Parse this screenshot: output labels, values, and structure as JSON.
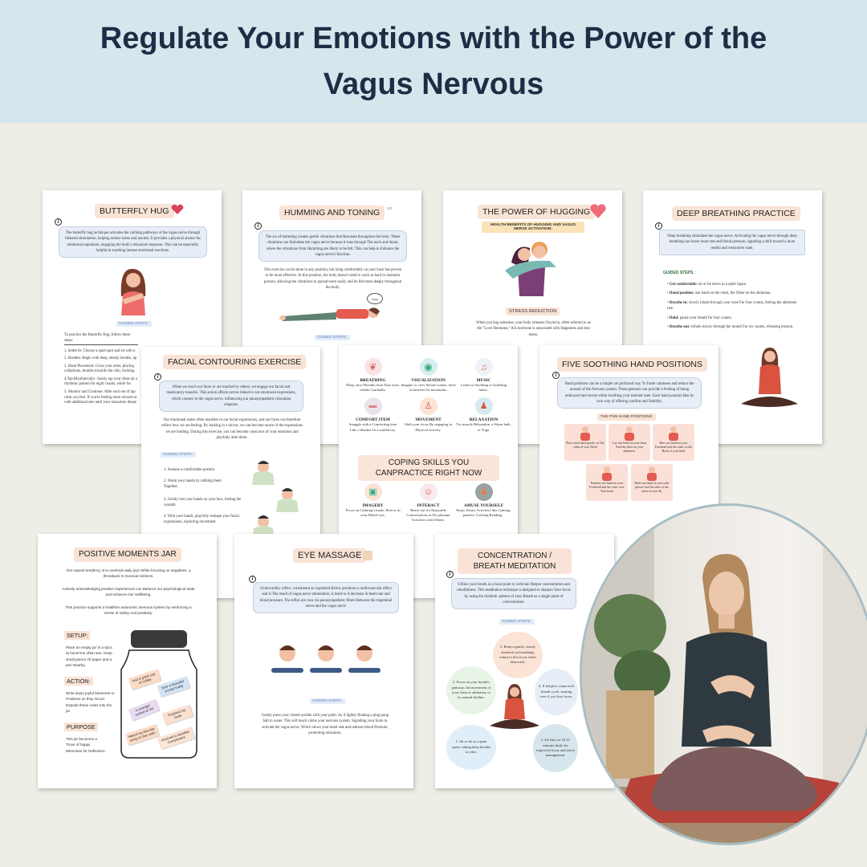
{
  "header": {
    "title": "Regulate Your Emotions with the Power of the Vagus Nervous"
  },
  "colors": {
    "header_bg": "#d4e7ec",
    "title": "#1e2d45",
    "background": "#eeede6",
    "title_pill": "#f9e3d6",
    "info_box": "#e7eef7"
  },
  "pages": {
    "butterfly": {
      "title": "BUTTERFLY HUG",
      "icon": "heart-icon",
      "info": "The butterfly hug technique activates the calming pathways of the vagus nerve through bilateral stimulation, helping reduce stress and anxiety. It provides a physical anchor for emotional regulation, engaging the body's relaxation response. This can be especially helpful in soothing intense emotional reactions.",
      "guided": "GUIDED STEPS :",
      "intro": "To practice the Butterfly Hug, follow these steps:",
      "steps": [
        "1. Settle In: Choose a quiet spot and sit with a",
        "2. Breathe: Begin with deep, steady breaths, ap",
        "3. Hand Placement: Cross your arms, placing collarbone, thumbs towards the chin, forming",
        "4.Tap Rhythmically: Gently tap your chest alt a rhythmic pattern for eight counts, while foc",
        "5. Monitor and Continue: After each set of tap calm you feel. If you're feeling more relaxed or with additional sets until your relaxation deepe"
      ]
    },
    "humming": {
      "title": "HUMMING AND TONING",
      "info": "The act of humming creates gentle vibrations that Resonate throughout the body. These vibrations can Stimulate the vagus nerve because it runs through The neck and throat, where the vibrations from Humming are likely to be felt. This can help to Enhance the vagus nerve's function.",
      "body": "This exercise can be done in any position, but lying comfortably on your back has proven to be more effective. In this position, the body doesn't need to work as hard to maintain posture, allowing the vibrations to spread more easily and be felt more deeply throughout the body.",
      "bubble": "Mmm",
      "guided": "GUIDED STEPS :"
    },
    "hugging": {
      "title": "THE POWER OF HUGGING",
      "subtitle": "HEALTH BENEFITS OF HUGGING AND VAGUS NERVE ACTIVATION:",
      "section": "STRESS REDUCTION",
      "body": "When you hug someone, your body releases Oxytocin, often referred to as the \"Love Hormone,\" this hormone is associated with Happiness and less stress."
    },
    "deep_breathing": {
      "title": "DEEP BREATHING PRACTICE",
      "info": "Deep breathing stimulates the vagus nerve. Activating the vagus nerve through deep breathing can lower heart rate and blood pressure, signaling a shift toward a more restful and restorative state.",
      "guided": "GUIDED STEPS :",
      "steps": [
        {
          "label": "Get comfortable:",
          "text": "sit or lie down in a quiet Space."
        },
        {
          "label": "Hand position:",
          "text": "one hand on the chest, the Other on the abdomen."
        },
        {
          "label": "Breathe in:",
          "text": "slowly inhale through your nose For four counts, feeling the abdomen rise."
        },
        {
          "label": "Hold:",
          "text": "pause your breath for four counts."
        },
        {
          "label": "Breathe out:",
          "text": "exhale slowly through the mouth For six counts, releasing tension."
        }
      ]
    },
    "facial": {
      "title": "FACIAL CONTOURING EXERCISE",
      "info": "When we touch our faces or are touched by others, we engage our facial and masticatory muscles. This action affects nerves linked to our emotional expressions, which connect to the vagus nerve, influencing our parasympathetic relaxation response.",
      "body": "Our emotional states often manifest in our facial expressions, and our faces can therefore reflect how we are feeling. By looking in a mirror, we can become aware of the expressions we are holding. During this exercise, you can become conscious of your emotions and playfully alter them.",
      "guided": "GUIDED STEPS :",
      "steps": [
        "1. Assume a comfortable posture.",
        "2. Warm your hands by rubbing them Together.",
        "3. Gently rest your hands on your face, feeling the warmth.",
        "4. With your hands, playfully reshape your facial expressions, exploring movement."
      ]
    },
    "coping": {
      "title": "COPING SKILLS YOU CANPRACTICE RIGHT NOW",
      "top_items": [
        {
          "name": "BREATHING",
          "desc": "Deep, slow Breaths from Your nose; exhale Gradually.",
          "icon": "lungs-icon"
        },
        {
          "name": "VISUALIZATION",
          "desc": "Imagine or view Serene scenes, Such as beaches Or mountains.",
          "icon": "eye-icon"
        },
        {
          "name": "MUSIC",
          "desc": "Listen to Soothing or Uplifting music.",
          "icon": "music-icon"
        },
        {
          "name": "COMFORT ITEM",
          "desc": "Snuggle with a Comforting item Like a blanket Or a stuffed toy.",
          "icon": "blanket-icon"
        },
        {
          "name": "MOVEMENT",
          "desc": "Shift your focus By engaging in Physical Activity.",
          "icon": "movement-icon"
        },
        {
          "name": "RELAXATION",
          "desc": "Try muscle Relaxation, a Warm bath, or Yoga.",
          "icon": "yoga-icon"
        }
      ],
      "bottom_items": [
        {
          "name": "IMAGERY",
          "desc": "Focus on Calming visuals, Real or in your Mind's eye.",
          "icon": "picture-icon"
        },
        {
          "name": "INTERACT",
          "desc": "Reach out for Enjoyable Conversations or Do pleasant Activities with Others.",
          "icon": "people-icon"
        },
        {
          "name": "AMUSE YOURSELF",
          "desc": "Enjoy leisure Activities like Gaming, puzzles, Cooking Reading...",
          "icon": "leisure-icon"
        }
      ]
    },
    "hands": {
      "title": "FIVE SOOTHING HAND POSITIONS",
      "info": "Hand positions can be a simple yet profound way To foster calmness and reduce the arousal of the Nervous system. These gestures can provide a Feeling of being embraced and secure while Soothing your internal state. Each hand position Has its own way of offering comfort and Stability.",
      "subtitle": "THE FIVE HAND POSITIONS:",
      "positions": [
        "Place each hand gently on The sides of your Head",
        "Lay one hand on your heart And the other on your abdomen.",
        "Rest one hand on your Forehead and the other on the Back of your head",
        "Position one hand on your Forehead and the other over Your heart",
        "Hold one hand at your solar plexus And the other at the back of your Sk"
      ]
    },
    "jar": {
      "title": "POSITIVE MOMENTS JAR",
      "bullets": [
        "Our natural tendency is to overlook daily joys While focusing on negatives, a throwback to Survival instincts.",
        "Actively acknowledging positive experiences can Balance our psychological state and enhance Our wellbeing.",
        "This practice supports a healthier autonomic Nervous system by reinforcing a sense of safety And positivity."
      ],
      "sections": [
        {
          "heading": "SETUP:",
          "text": "Place an empty jar In a spot at homeYou often see. Keep small pieces Of paper and a pen Nearby."
        },
        {
          "heading": "ACTION:",
          "text": "Write down joyful Moments or Positives as they Occur. Deposit these notes Into the jar"
        },
        {
          "heading": "PURPOSE",
          "text": "This jar becomes a Trove of happy Memories for Reflection."
        }
      ],
      "notes": [
        "had a great cup of coffee",
        "Saw a beautiful sunset today",
        "A stranger smiled at me",
        "Finished my book",
        "Heard my favorite song on the radio",
        "received a heartfelt Compliment"
      ]
    },
    "eye": {
      "title": "EYE MASSAGE",
      "info": "Oculocardiac reflex: a treatment as explained Below produces a cardiovascular effect and is The result of vagus nerve stimulation; it leads to A decrease in heart rate and blood pressure. The reflex are runs via parasympathetic fibers Between the trigeminal nerve and the vagus nerve",
      "guided": "GUIDED STEPS :",
      "body": "Gently press your closed eyelids with your palm. As if lightly floating a ping pong ball in water. This soft touch calms your nervous system, Signaling your brain to activate the vagus nerve, Which slows your heart rate and reduces blood Pressure, promoting relaxation."
    },
    "meditation": {
      "title": "CONCENTRATION / BREATH MEDITATION",
      "info": "Utilize your breath as a focal point to cultivate Deeper concentration and mindfulness. This meditation technique is designed to sharpen Your focus by using the rhythmic pattern of your Breath as a single point of concentration.",
      "guided": "GUIDED STEPS :",
      "steps": [
        "1. Sit or lie in a quiet space, taking deep breaths to relax.",
        "2. Focus on your breath's pathway, the movement of your chest or abdomen, or its natural rhythm.",
        "3. Keep a gentle, steady attention on breathing; return to this focus when distracted.",
        "4. If helpful, count each breath cycle, starting over if you lose focus.",
        "5. Do this for 10-15 minutes daily for improved focus and stress management."
      ]
    }
  }
}
